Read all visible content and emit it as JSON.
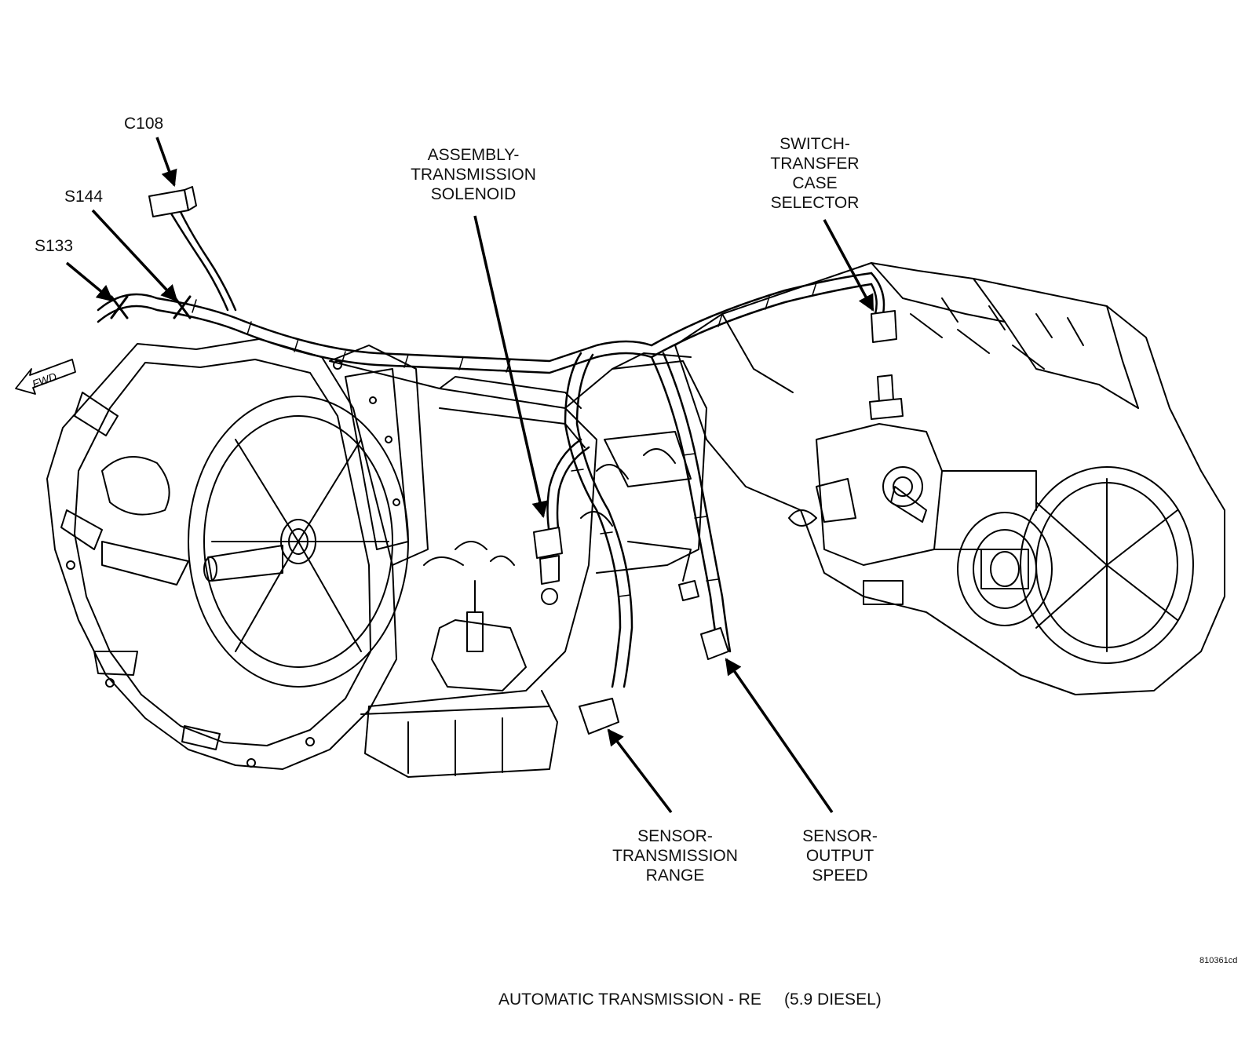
{
  "labels": {
    "c108": "C108",
    "s144": "S144",
    "s133": "S133",
    "fwd": "FWD",
    "solenoid": [
      "ASSEMBLY-",
      "TRANSMISSION",
      "SOLENOID"
    ],
    "transfer_switch": [
      "SWITCH-",
      "TRANSFER",
      "CASE",
      "SELECTOR"
    ],
    "range_sensor": [
      "SENSOR-",
      "TRANSMISSION",
      "RANGE"
    ],
    "output_sensor": [
      "SENSOR-",
      "OUTPUT",
      "SPEED"
    ]
  },
  "figure_id": "810361cd",
  "caption": "AUTOMATIC TRANSMISSION - RE     (5.9 DIESEL)"
}
